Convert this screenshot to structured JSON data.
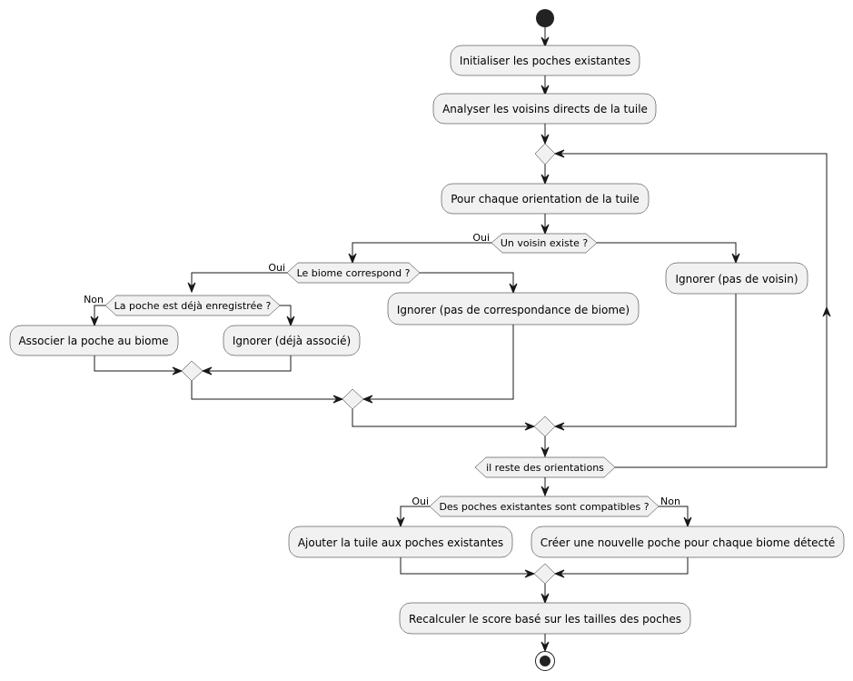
{
  "activities": {
    "init": "Initialiser les poches existantes",
    "analyze": "Analyser les voisins directs de la tuile",
    "foreach": "Pour chaque orientation de la tuile",
    "ignore_no_neighbor": "Ignorer (pas de voisin)",
    "ignore_no_biome_match": "Ignorer (pas de correspondance de biome)",
    "associate": "Associer la poche au biome",
    "ignore_already": "Ignorer (déjà associé)",
    "add_tile": "Ajouter la tuile aux poches existantes",
    "create_pocket": "Créer une nouvelle poche pour chaque biome détecté",
    "recalc": "Recalculer le score basé sur les tailles des poches"
  },
  "decisions": {
    "neighbor_exists": "Un voisin existe ?",
    "biome_matches": "Le biome correspond ?",
    "pocket_registered": "La poche est déjà enregistrée ?",
    "loop_condition": "il reste des orientations",
    "pockets_compatible": "Des poches existantes sont compatibles ?"
  },
  "branches": {
    "neighbor_yes": "Oui",
    "biome_yes": "Oui",
    "pocket_no": "Non",
    "compatible_yes": "Oui",
    "compatible_no": "Non"
  }
}
